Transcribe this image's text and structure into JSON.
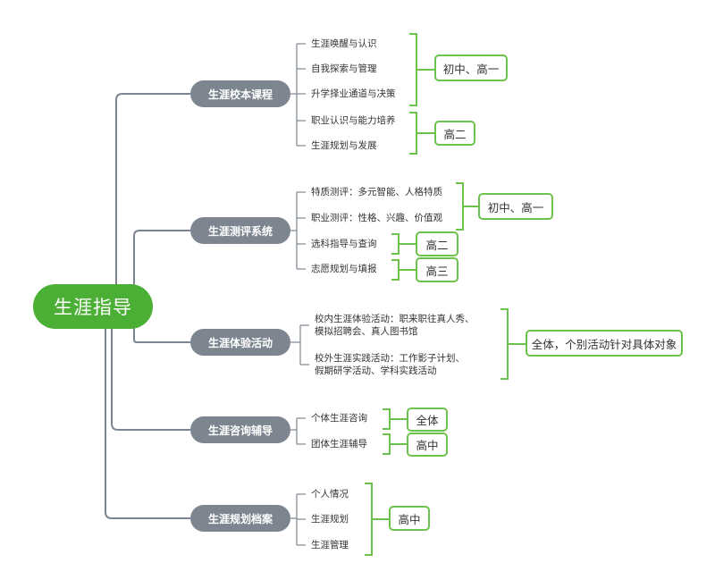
{
  "root": {
    "label": "生涯指导"
  },
  "branches": [
    {
      "label": "生涯校本课程",
      "items": [
        "生涯唤醒与认识",
        "自我探索与管理",
        "升学择业通道与决策",
        "职业认识与能力培养",
        "生涯规划与发展"
      ],
      "tags": [
        "初中、高一",
        "高二"
      ]
    },
    {
      "label": "生涯测评系统",
      "items": [
        "特质测评：多元智能、人格特质",
        "职业测评：性格、兴趣、价值观",
        "选科指导与查询",
        "志愿规划与填报"
      ],
      "tags": [
        "初中、高一",
        "高二",
        "高三"
      ]
    },
    {
      "label": "生涯体验活动",
      "items": [
        [
          "校内生涯体验活动：职来职往真人秀、",
          "模拟招聘会、真人图书馆"
        ],
        [
          "校外生涯实践活动：工作影子计划、",
          "假期研学活动、学科实践活动"
        ]
      ],
      "tags": [
        "全体，个别活动针对具体对象"
      ]
    },
    {
      "label": "生涯咨询辅导",
      "items": [
        "个体生涯咨询",
        "团体生涯辅导"
      ],
      "tags": [
        "全体",
        "高中"
      ]
    },
    {
      "label": "生涯规划档案",
      "items": [
        "个人情况",
        "生涯规划",
        "生涯管理"
      ],
      "tags": [
        "高中"
      ]
    }
  ],
  "colors": {
    "root": "#4caf35",
    "branch": "#7d8690",
    "line": "#7d8690",
    "bracket": "#6cc24a"
  }
}
